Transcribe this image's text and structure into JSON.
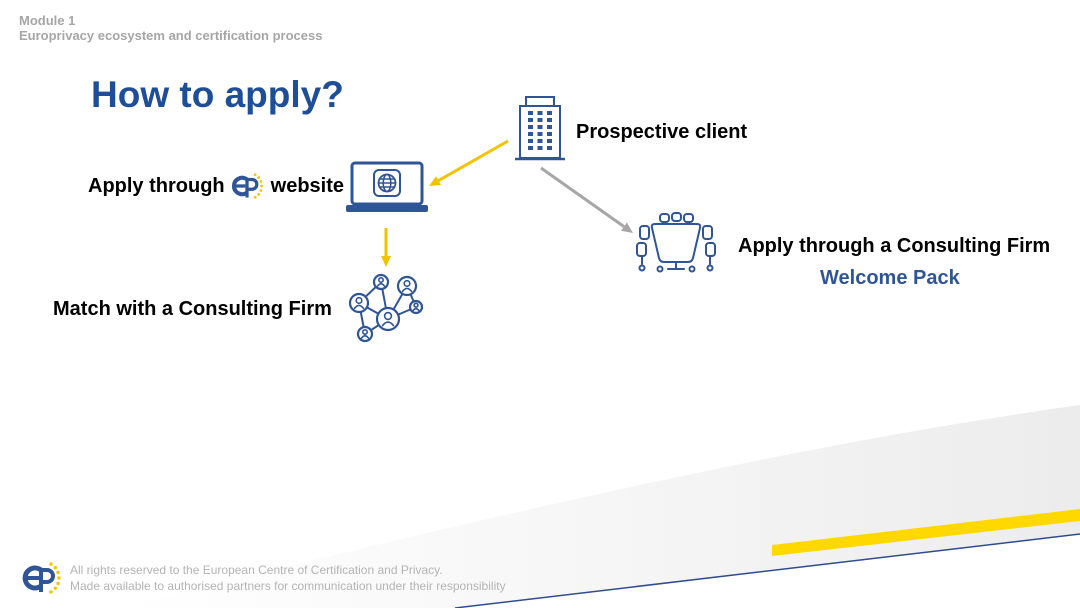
{
  "header": {
    "module": "Module 1",
    "course_title": "Europrivacy ecosystem and certification process"
  },
  "slide_title": "How to apply?",
  "flow": {
    "prospective_client": {
      "label": "Prospective client",
      "icon": "building-icon"
    },
    "apply_website": {
      "label_before": "Apply through",
      "logo": {
        "icon": "ep-logo-icon",
        "lettering": "EP"
      },
      "label_after": "website",
      "icon": "laptop-globe-icon"
    },
    "match_firm": {
      "label": "Match with a Consulting Firm",
      "icon": "network-people-icon"
    },
    "apply_firm": {
      "label": "Apply through a Consulting Firm",
      "sublabel": "Welcome Pack",
      "icon": "meeting-table-icon"
    }
  },
  "arrows": {
    "client_to_website": "#f2c300",
    "website_to_match": "#f2c300",
    "client_to_firm": "#a6a6a6"
  },
  "footer": {
    "logo": {
      "icon": "ep-logo-icon",
      "lettering": "EP"
    },
    "rights_line": "All rights reserved to the European Centre of Certification and Privacy.",
    "usage_line": "Made available to authorised partners for communication under their responsibility"
  },
  "colors": {
    "title_blue": "#1f4e99",
    "icon_blue": "#2f5597",
    "text_blue": "#2f5597",
    "logo_yellow": "#f5c400",
    "stripe_yellow": "#ffd800",
    "line_blue": "#2e4c8f",
    "header_gray": "#a6a6a6",
    "footer_gray": "#b4b4b4"
  }
}
